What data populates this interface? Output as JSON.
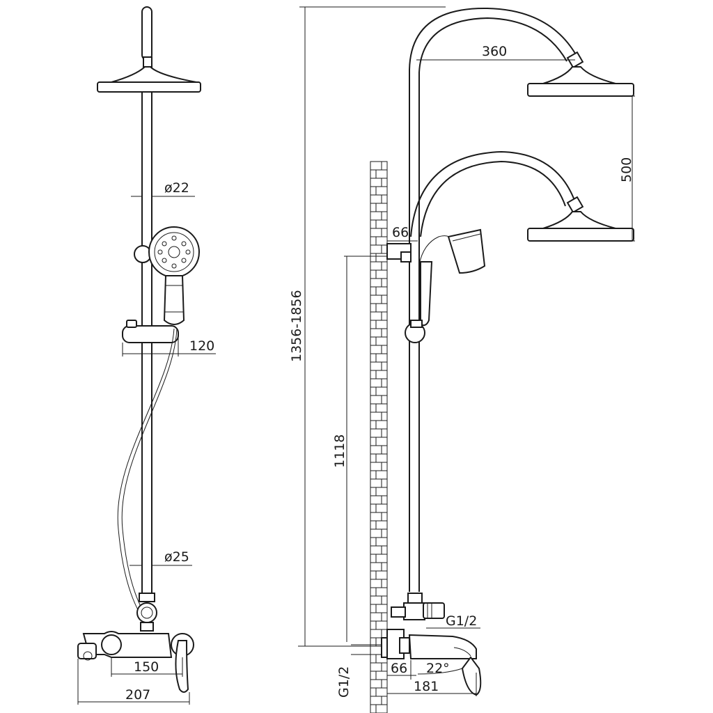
{
  "dimensions": {
    "d22": "ø22",
    "d25": "ø25",
    "w120": "120",
    "w150": "150",
    "w207": "207",
    "w360": "360",
    "h500": "500",
    "w66_top": "66",
    "h1356": "1356-1856",
    "h1118": "1118",
    "g12_right": "G1/2",
    "g12_left": "G1/2",
    "w66_bottom": "66",
    "angle22": "22°",
    "w181": "181"
  }
}
